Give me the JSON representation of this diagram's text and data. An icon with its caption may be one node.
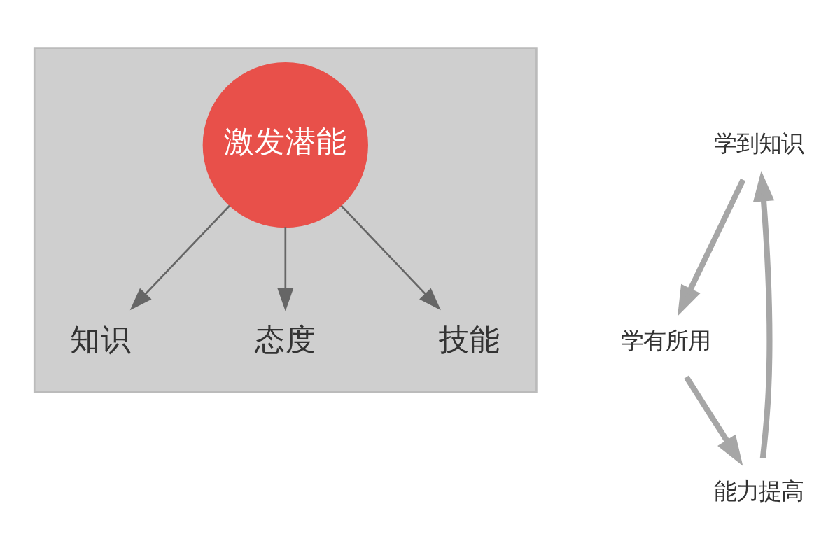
{
  "diagram": {
    "nodes": [
      {
        "text": [],
        "shape": "triangle"
      },
      {
        "text": [
          "知识"
        ],
        "in": 0
      },
      {
        "text": [
          "激发潜能"
        ],
        "in": 0
      },
      {
        "text": [
          "态度"
        ],
        "in": 0
      },
      {
        "text": [
          "技能"
        ],
        "in": 0
      },
      {
        "text": [
          "学到知识"
        ]
      },
      {
        "text": [
          "学有所用"
        ]
      },
      {
        "text": [
          "能力提高"
        ]
      }
    ],
    "edges": [
      {
        "from": 2,
        "to": 1,
        "arrow": "to"
      },
      {
        "from": 2,
        "to": 3,
        "arrow": "to"
      },
      {
        "from": 2,
        "to": 4,
        "arrow": "to"
      },
      {
        "from": 5,
        "to": 6,
        "arrow": "to",
        "style": "thick",
        "color": "#a6a6a6"
      },
      {
        "from": 6,
        "to": 7,
        "arrow": "to",
        "style": "thick",
        "color": "#a6a6a6"
      },
      {
        "from": 7,
        "to": 5,
        "arrow": "to",
        "style": "thick",
        "color": "#a6a6a6"
      }
    ]
  }
}
